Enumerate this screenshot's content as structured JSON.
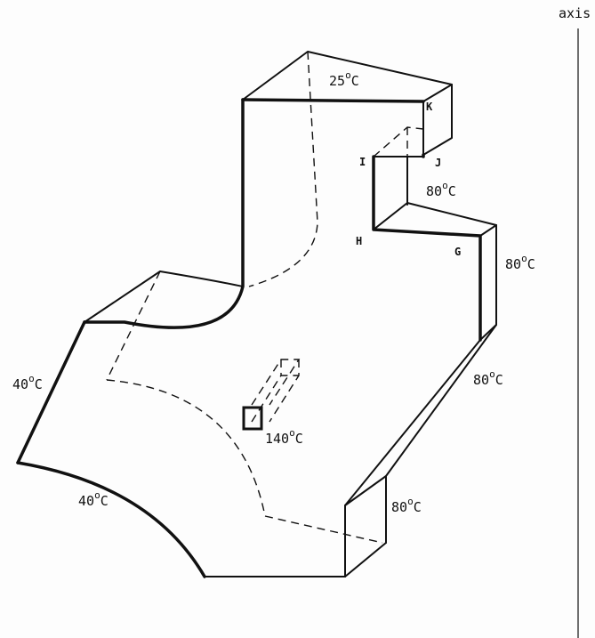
{
  "axis_label": "axis",
  "points": {
    "K": "K",
    "J": "J",
    "I": "I",
    "H": "H",
    "G": "G"
  },
  "temperatures": {
    "top": {
      "value": "25",
      "unit": "C"
    },
    "ij_wall": {
      "value": "80",
      "unit": "C"
    },
    "right_wall": {
      "value": "80",
      "unit": "C"
    },
    "right_slant": {
      "value": "80",
      "unit": "C"
    },
    "front_right": {
      "value": "80",
      "unit": "C"
    },
    "left_side": {
      "value": "40",
      "unit": "C"
    },
    "bottom_curve": {
      "value": "40",
      "unit": "C"
    },
    "heater": {
      "value": "140",
      "unit": "C"
    }
  },
  "degree_symbol": "o"
}
